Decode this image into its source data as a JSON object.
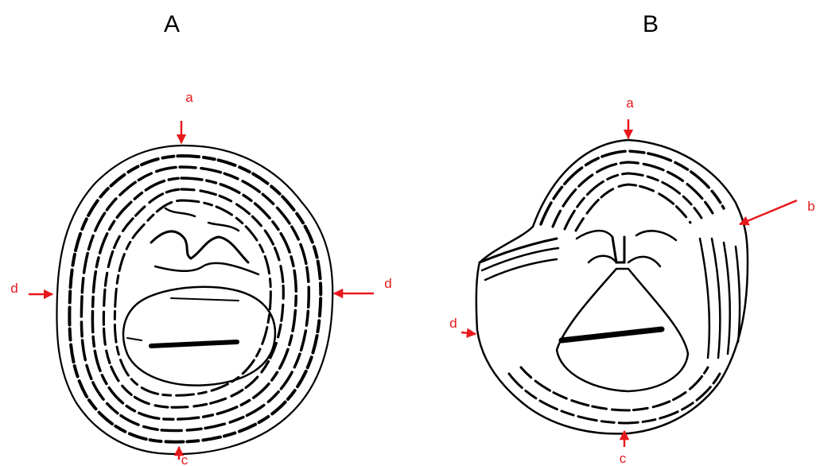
{
  "panels": [
    {
      "title": "A",
      "labels": {
        "a": "a",
        "c": "c",
        "d_left": "d",
        "d_right": "d"
      }
    },
    {
      "title": "B",
      "labels": {
        "a": "a",
        "b": "b",
        "c": "c",
        "d": "d"
      }
    }
  ],
  "colors": {
    "arrow": "#e8191d",
    "ink": "#000000",
    "background": "#ffffff"
  }
}
